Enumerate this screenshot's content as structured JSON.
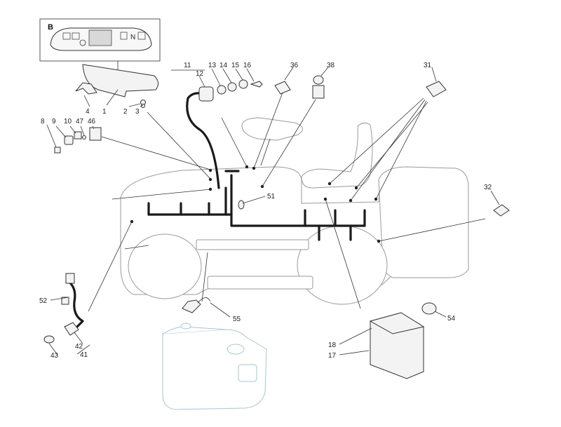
{
  "detail": {
    "letter": "B",
    "switch_label": "N"
  },
  "callouts": [
    {
      "id": "c1",
      "text": "1"
    },
    {
      "id": "c2",
      "text": "2"
    },
    {
      "id": "c3",
      "text": "3"
    },
    {
      "id": "c4",
      "text": "4"
    },
    {
      "id": "c8",
      "text": "8"
    },
    {
      "id": "c9",
      "text": "9"
    },
    {
      "id": "c10",
      "text": "10"
    },
    {
      "id": "c11",
      "text": "11"
    },
    {
      "id": "c12",
      "text": "12"
    },
    {
      "id": "c13",
      "text": "13"
    },
    {
      "id": "c14",
      "text": "14"
    },
    {
      "id": "c15",
      "text": "15"
    },
    {
      "id": "c16",
      "text": "16"
    },
    {
      "id": "c17",
      "text": "17"
    },
    {
      "id": "c18",
      "text": "18"
    },
    {
      "id": "c31",
      "text": "31"
    },
    {
      "id": "c32",
      "text": "32"
    },
    {
      "id": "c36",
      "text": "36"
    },
    {
      "id": "c38",
      "text": "38"
    },
    {
      "id": "c41",
      "text": "41"
    },
    {
      "id": "c42",
      "text": "42"
    },
    {
      "id": "c43",
      "text": "43"
    },
    {
      "id": "c46",
      "text": "46"
    },
    {
      "id": "c47",
      "text": "47"
    },
    {
      "id": "c51",
      "text": "51"
    },
    {
      "id": "c52",
      "text": "52"
    },
    {
      "id": "c54",
      "text": "54"
    },
    {
      "id": "c55",
      "text": "55"
    }
  ]
}
